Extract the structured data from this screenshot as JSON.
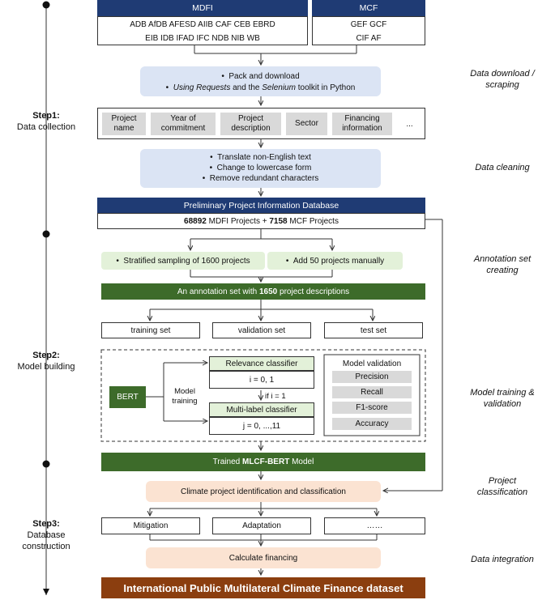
{
  "sources": {
    "mdfi": {
      "title": "MDFI",
      "line1": "ADB AfDB AFESD AIIB CAF CEB EBRD",
      "line2": "EIB IDB IFAD IFC NDB NIB WB"
    },
    "mcf": {
      "title": "MCF",
      "line1": "GEF GCF",
      "line2": "CIF AF"
    }
  },
  "download": {
    "b1": "Pack and download",
    "b2_italic": "Using Requests",
    "b2_rest": " and the ",
    "b2_italic2": "Selenium",
    "b2_end": " toolkit in Python"
  },
  "fields": [
    "Project name",
    "Year of commitment",
    "Project description",
    "Sector",
    "Financing information",
    "..."
  ],
  "cleaning": [
    "Translate non-English text",
    "Change to lowercase form",
    "Remove redundant characters"
  ],
  "database": {
    "title": "Preliminary Project Information Database",
    "mdfi_count": "68892",
    "mdfi_text": " MDFI Projects + ",
    "mcf_count": "7158",
    "mcf_text": " MCF Projects"
  },
  "sampling": {
    "left": "Stratified sampling of 1600 projects",
    "right": "Add 50 projects manually"
  },
  "annotation": {
    "pre": "An annotation set with ",
    "count": "1650",
    "post": " project descriptions"
  },
  "splits": [
    "training set",
    "validation set",
    "test set"
  ],
  "model": {
    "bert": "BERT",
    "training_label_1": "Model",
    "training_label_2": "training",
    "relevance_title": "Relevance classifier",
    "relevance_val": "i = 0, 1",
    "condition": "if i = 1",
    "multilabel_title": "Multi-label classifier",
    "multilabel_val": "j = 0, ...,11",
    "validation_title": "Model validation",
    "metrics": [
      "Precision",
      "Recall",
      "F1-score",
      "Accuracy"
    ]
  },
  "trained": {
    "pre": "Trained ",
    "name": "MLCF-BERT",
    "post": " Model"
  },
  "identification": "Climate project identification and classification",
  "categories": [
    "Mitigation",
    "Adaptation",
    "……"
  ],
  "financing": "Calculate financing",
  "final": "International Public Multilateral Climate Finance dataset",
  "steps": [
    {
      "title": "Step1:",
      "subtitle": "Data collection"
    },
    {
      "title": "Step2:",
      "subtitle": "Model building"
    },
    {
      "title": "Step3:",
      "subtitle1": "Database",
      "subtitle2": "construction"
    }
  ],
  "stages": {
    "s1a": "Data download /",
    "s1b": "scraping",
    "s2": "Data cleaning",
    "s3a": "Annotation set",
    "s3b": "creating",
    "s4a": "Model training &",
    "s4b": "validation",
    "s5a": "Project",
    "s5b": "classification",
    "s6": "Data integration"
  },
  "colors": {
    "navy": "#1f3b74",
    "dark_green": "#3d6b2a",
    "brown": "#8b3e0f",
    "light_blue": "#dbe4f4",
    "light_green": "#e3f1d9",
    "peach": "#fbe3d2",
    "grey": "#d9d9d9"
  }
}
